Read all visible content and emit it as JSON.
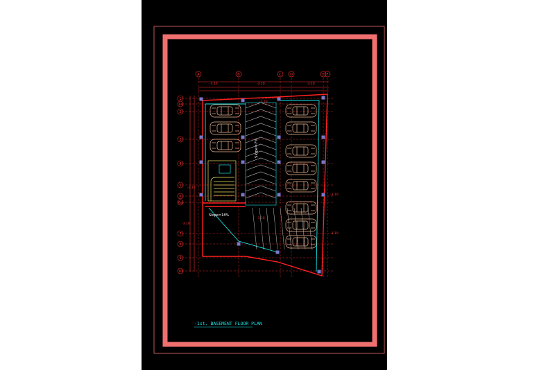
{
  "drawing": {
    "title": "-1st. BASEMENT FLOOR PLAN",
    "slope_labels": [
      "Slope=7%",
      "Slope=18%"
    ],
    "grid_columns": [
      "A",
      "B",
      "C",
      "D",
      "E",
      "F"
    ],
    "grid_rows": [
      "1",
      "1a",
      "2",
      "3",
      "4",
      "5",
      "6",
      "6a",
      "7",
      "8",
      "9",
      "10"
    ],
    "level_marks": [
      "-3.10",
      "-3.10",
      "-3.10",
      "-3.10",
      "-3.10",
      "-3.10",
      "-3.10",
      "-3.10",
      "-3.10"
    ]
  },
  "colors": {
    "background": "#000000",
    "frame": "#f07070",
    "wall": "#ff2020",
    "car": "#f0b890",
    "accent": "#19e6e6",
    "ramp": "#c0c0c0"
  }
}
